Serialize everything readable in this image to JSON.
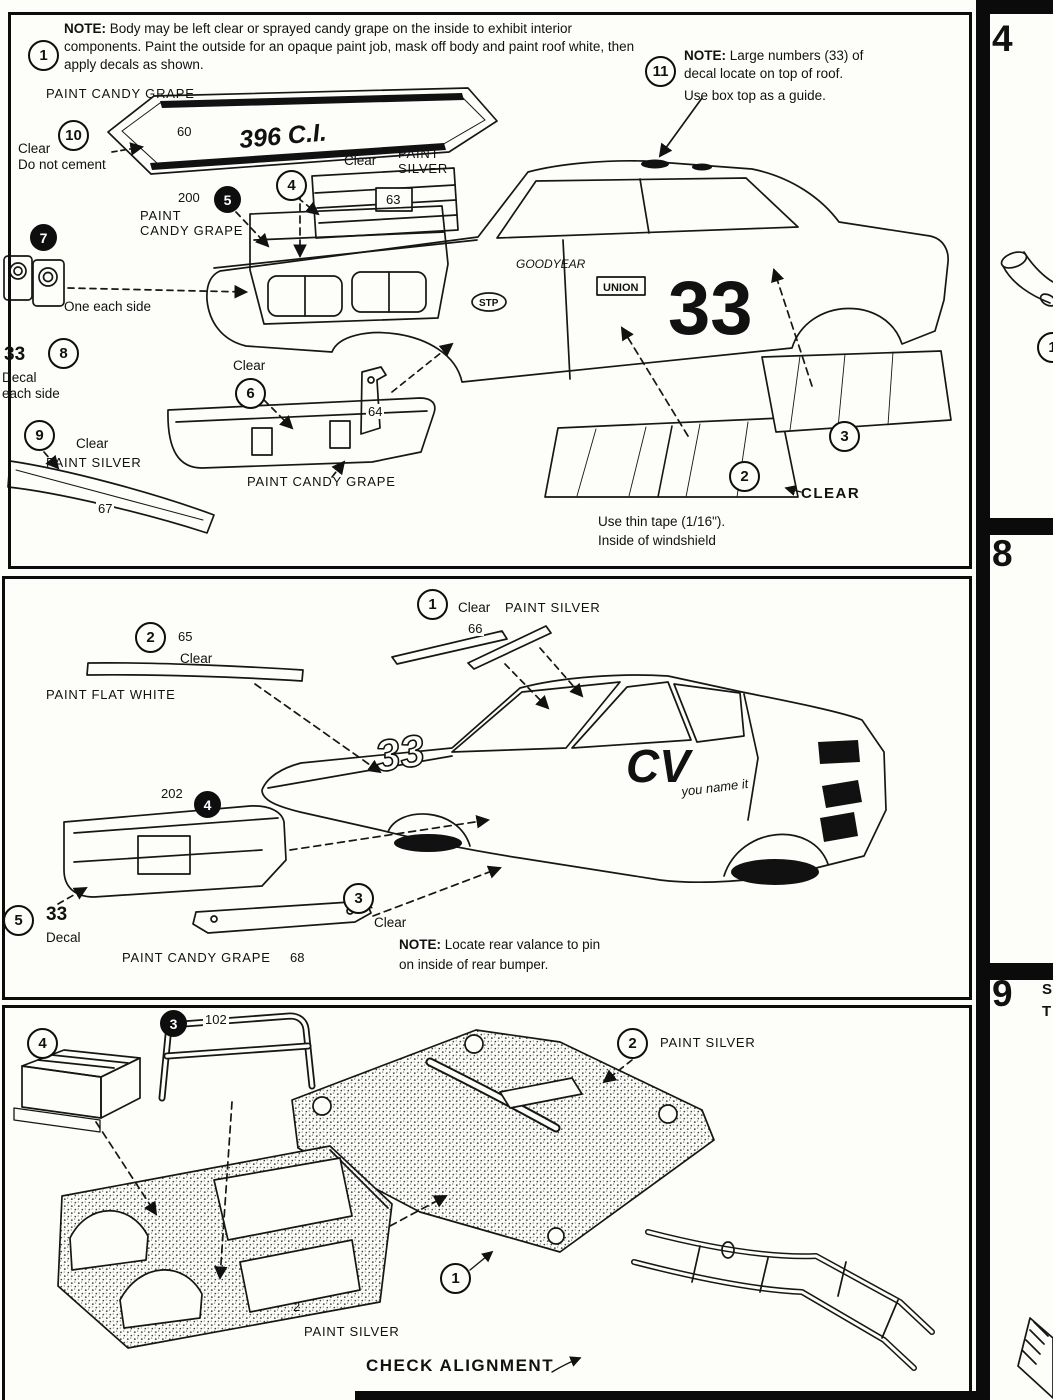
{
  "panel1": {
    "callout1": "1",
    "note1_bold": "NOTE:",
    "note1_text": "Body may be left clear or sprayed candy grape on the inside to exhibit interior components. Paint the outside for an opaque paint job, mask off body and paint roof white, then apply decals as shown.",
    "paint_candy_grape_top": "PAINT CANDY GRAPE",
    "callout10": "10",
    "clear10": "Clear",
    "do_not_cement": "Do not cement",
    "part60": "60",
    "hood_decal": "396 C.I.",
    "callout11": "11",
    "note11_bold": "NOTE:",
    "note11_line1": "Large numbers (33) of",
    "note11_line2": "decal locate on top of roof.",
    "note11_line3": "Use box top as a guide.",
    "clear4": "Clear",
    "paint_silver4_line1": "PAINT",
    "paint_silver4_line2": "SILVER",
    "callout4": "4",
    "part63": "63",
    "part200": "200",
    "callout5": "5",
    "paint5_line1": "PAINT",
    "paint5_line2": "CANDY GRAPE",
    "callout7": "7",
    "one_each_side": "One each side",
    "decal33": "33",
    "callout8": "8",
    "decal_label": "Decal",
    "each_side": "each side",
    "clear6": "Clear",
    "callout6": "6",
    "part64": "64",
    "callout9": "9",
    "clear9": "Clear",
    "paint_silver9": "PAINT SILVER",
    "part67": "67",
    "paint_candy_grape_bumper": "PAINT CANDY GRAPE",
    "callout2": "2",
    "clear_windshield": "CLEAR",
    "callout3": "3",
    "tape_line1": "Use thin tape (1/16\").",
    "tape_line2": "Inside of windshield",
    "body_decal_33": "33",
    "body_decal_goodyear": "GOODYEAR",
    "body_decal_union": "UNION",
    "body_decal_stp": "STP"
  },
  "panel2": {
    "callout1": "1",
    "clear1": "Clear",
    "paint_silver1": "PAINT SILVER",
    "part66": "66",
    "callout2": "2",
    "part65": "65",
    "clear2": "Clear",
    "paint_flat_white": "PAINT FLAT WHITE",
    "part202": "202",
    "callout4": "4",
    "callout5": "5",
    "decal33": "33",
    "decal_label": "Decal",
    "paint_candy_grape": "PAINT CANDY GRAPE",
    "part68": "68",
    "callout3": "3",
    "clear3": "Clear",
    "note_bold": "NOTE:",
    "note_line1": "Locate rear valance to pin",
    "note_line2": "on inside of rear bumper.",
    "hood_decal_33": "33",
    "cv_logo": "CV",
    "you_name_it": "you name it"
  },
  "panel3": {
    "callout4": "4",
    "callout3": "3",
    "part102": "102",
    "callout2": "2",
    "paint_silver_top": "PAINT SILVER",
    "callout1": "1",
    "part2": "2",
    "paint_silver_bottom": "PAINT SILVER",
    "check_alignment": "CHECK ALIGNMENT"
  },
  "sidebar": {
    "step4": "4",
    "callout1": "1",
    "step8": "8",
    "step9": "9",
    "cut_text_line1": "S",
    "cut_text_line2": "T"
  }
}
